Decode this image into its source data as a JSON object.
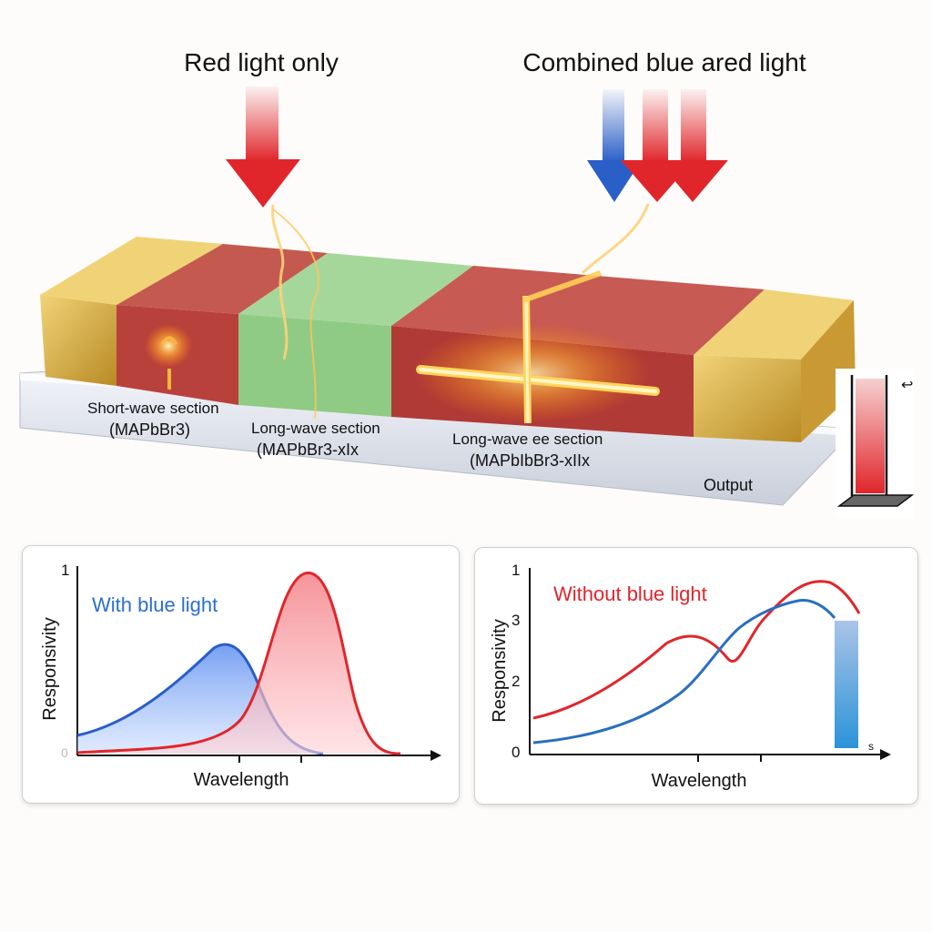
{
  "top_labels": {
    "left": "Red light only",
    "right": "Combined blue ared light"
  },
  "device": {
    "short_section": {
      "line1": "Short-wave section",
      "line2": "(MAPbBr3)"
    },
    "long_section_1": {
      "line1": "Long-wave section",
      "line2": "(MAPbBr3-xIx"
    },
    "long_section_2": {
      "line1": "Long-wave ⁠⁠ee section",
      "line2": "(MAPbIbBr3-xIIx"
    },
    "output_label": "Output"
  },
  "colors": {
    "red": "#e0262b",
    "blue": "#2a5fc8",
    "green_section": "#8fcb84",
    "red_section": "#b9413c",
    "gold": "#d9b04a",
    "substrate": "#dfe3ec"
  },
  "left_plot": {
    "legend": "With blue light",
    "ylabel": "Responsivity",
    "xlabel": "Wavelength",
    "ytick_top": "1",
    "ytick_bottom": "0"
  },
  "right_plot": {
    "legend": "Without blue light",
    "ylabel": "Responsivity",
    "xlabel": "Wavelength",
    "ytick_top": "1",
    "ytick_mid1": "3",
    "ytick_mid2": "2",
    "ytick_bottom": "0"
  }
}
